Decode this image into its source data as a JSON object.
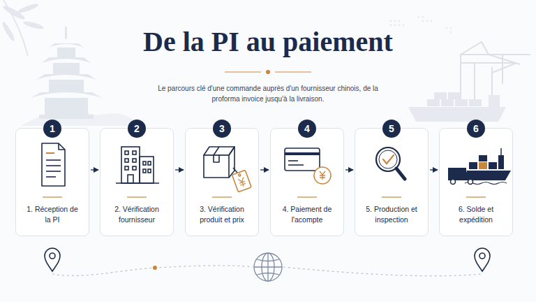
{
  "diagram": {
    "title": "De la PI au paiement",
    "caption": "Le parcours clé d'une commande auprès d'un fournisseur chinois, de la proforma invoice jusqu'à la livraison.",
    "nodes": [
      {
        "text": [
          "1",
          "1. Réception de la PI"
        ]
      },
      {
        "text": [
          "2",
          "2. Vérification fournisseur"
        ]
      },
      {
        "text": [
          "3",
          "3. Vérification produit et prix"
        ]
      },
      {
        "text": [
          "4",
          "4. Paiement de l'acompte"
        ]
      },
      {
        "text": [
          "5",
          "5. Production et inspection"
        ]
      },
      {
        "text": [
          "6",
          "6. Solde et expédition"
        ]
      }
    ],
    "edges": [
      {
        "from": 0,
        "to": 1,
        "arrow": "to"
      },
      {
        "from": 1,
        "to": 2,
        "arrow": "to"
      },
      {
        "from": 2,
        "to": 3,
        "arrow": "to"
      },
      {
        "from": 3,
        "to": 4,
        "arrow": "to"
      },
      {
        "from": 4,
        "to": 5,
        "arrow": "to"
      }
    ]
  }
}
